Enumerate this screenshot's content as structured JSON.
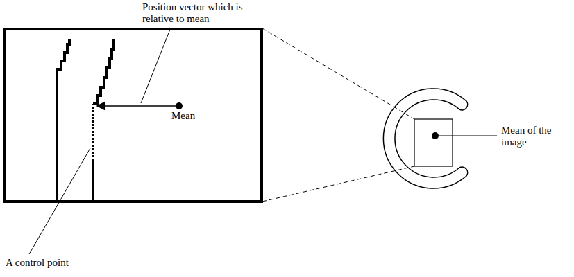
{
  "diagram": {
    "nodes": [
      {
        "text": [
          "Mean"
        ]
      }
    ],
    "labels": [
      "Position vector which is relative to mean",
      "A control point",
      "Mean of the image"
    ]
  }
}
